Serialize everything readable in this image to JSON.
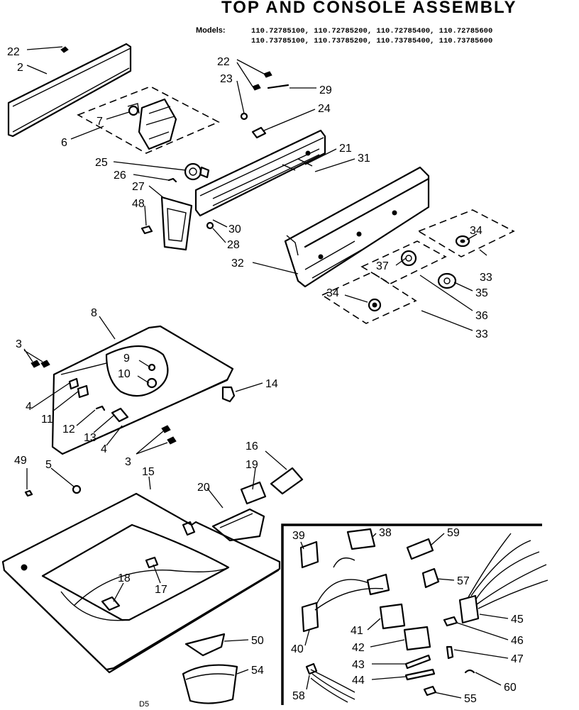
{
  "header": {
    "title": "TOP AND CONSOLE ASSEMBLY",
    "models_label": "Models:",
    "models_line1": "110.72785100, 110.72785200, 110.72785400, 110.72785600",
    "models_line2": "110.73785100, 110.73785200, 110.73785400, 110.73785600"
  },
  "footer": {
    "code": "D5"
  },
  "callouts": {
    "n2": "2",
    "n3a": "3",
    "n3b": "3",
    "n4a": "4",
    "n4b": "4",
    "n5": "5",
    "n6": "6",
    "n7": "7",
    "n8": "8",
    "n9": "9",
    "n10": "10",
    "n11": "11",
    "n12": "12",
    "n13": "13",
    "n14": "14",
    "n15": "15",
    "n16": "16",
    "n17": "17",
    "n18": "18",
    "n19": "19",
    "n20": "20",
    "n21": "21",
    "n22a": "22",
    "n22b": "22",
    "n23": "23",
    "n24": "24",
    "n25": "25",
    "n26": "26",
    "n27": "27",
    "n28": "28",
    "n29": "29",
    "n30": "30",
    "n31": "31",
    "n32": "32",
    "n33a": "33",
    "n33b": "33",
    "n34a": "34",
    "n34b": "34",
    "n35": "35",
    "n36": "36",
    "n37": "37",
    "n38": "38",
    "n39": "39",
    "n40": "40",
    "n41": "41",
    "n42": "42",
    "n43": "43",
    "n44": "44",
    "n45": "45",
    "n46": "46",
    "n47": "47",
    "n48": "48",
    "n49": "49",
    "n50": "50",
    "n54": "54",
    "n55": "55",
    "n57": "57",
    "n58": "58",
    "n59": "59",
    "n60": "60"
  }
}
